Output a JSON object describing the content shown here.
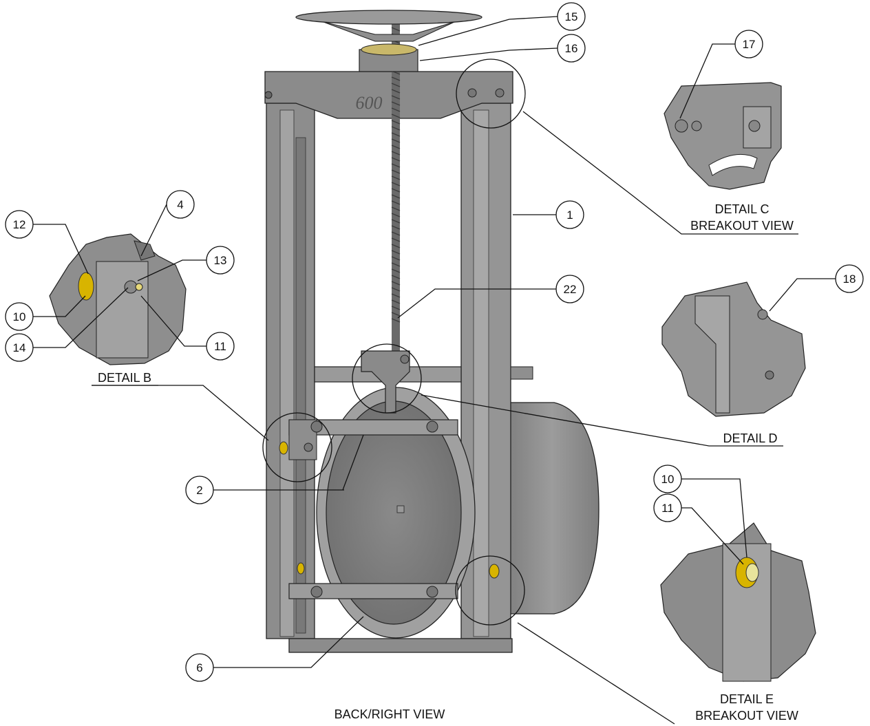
{
  "drawing": {
    "main_view_caption": "BACK/RIGHT VIEW",
    "engraving": "600"
  },
  "balloons": {
    "b1": "1",
    "b2": "2",
    "b4": "4",
    "b6": "6",
    "b10": "10",
    "b11": "11",
    "b12": "12",
    "b13": "13",
    "b14": "14",
    "b15": "15",
    "b16": "16",
    "b17": "17",
    "b18": "18",
    "b22": "22",
    "e10": "10",
    "e11": "11"
  },
  "details": {
    "b": {
      "title": "DETAIL B"
    },
    "c": {
      "title": "DETAIL C",
      "subtitle": "BREAKOUT VIEW"
    },
    "d": {
      "title": "DETAIL D"
    },
    "e": {
      "title": "DETAIL E",
      "subtitle": "BREAKOUT VIEW"
    }
  },
  "colors": {
    "steel": "#8e8e8e",
    "steel_dark": "#6a6a6a",
    "steel_light": "#a9a9a9",
    "brass": "#d8b400",
    "line": "#111111"
  }
}
